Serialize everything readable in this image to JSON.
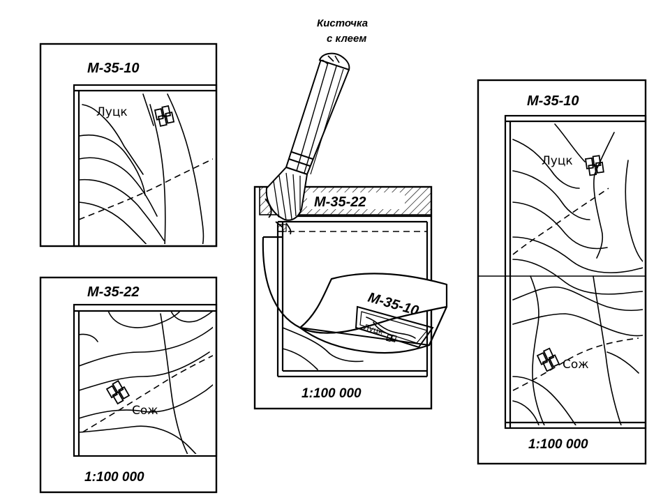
{
  "brush_caption": {
    "line1": "Кисточка",
    "line2": "с клеем"
  },
  "panel_top_left": {
    "sheet": "М-35-10",
    "place": "Луцк"
  },
  "panel_bottom_left": {
    "sheet": "М-35-22",
    "place": "Сож",
    "scale": "1:100 000"
  },
  "panel_middle": {
    "sheet_lower": "М-35-22",
    "sheet_upper": "М-35-10",
    "place": "Луцк",
    "scale": "1:100 000"
  },
  "panel_right": {
    "sheet": "М-35-10",
    "place_top": "Луцк",
    "place_bottom": "Сож",
    "scale": "1:100 000"
  },
  "icons": [
    "brush-icon",
    "settlement-symbol-icon"
  ]
}
